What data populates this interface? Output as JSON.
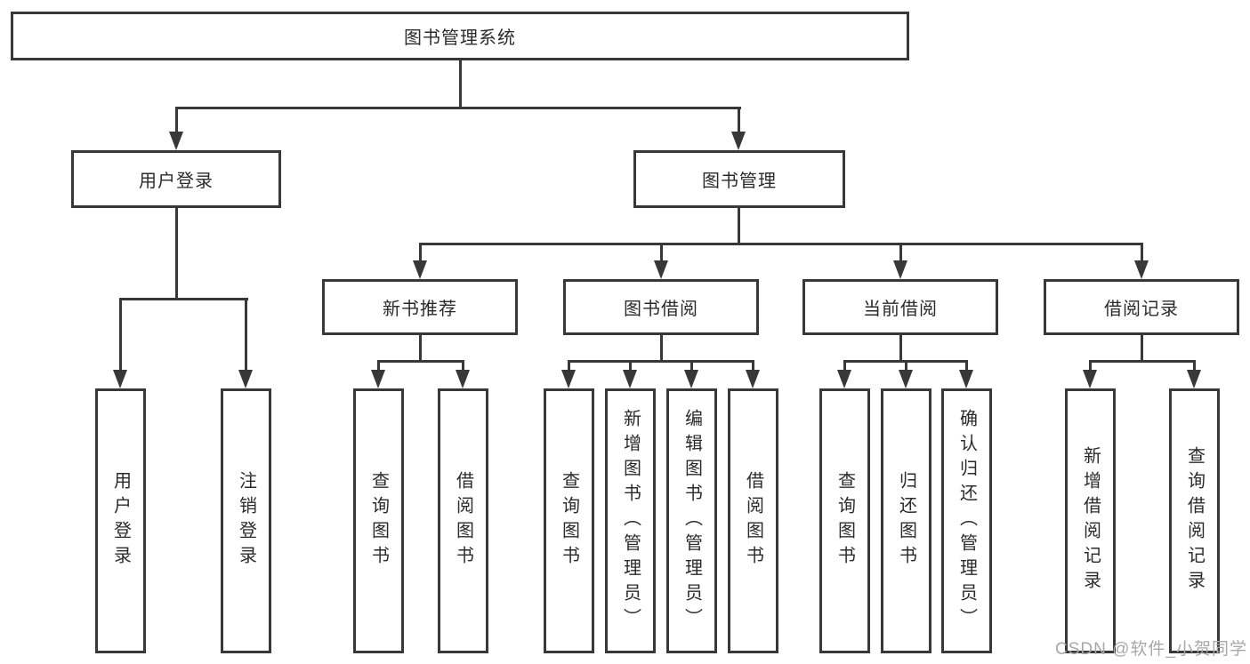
{
  "diagram": {
    "root": {
      "label": "图书管理系统"
    },
    "level2": {
      "user_login": {
        "label": "用户登录"
      },
      "book_mgmt": {
        "label": "图书管理"
      }
    },
    "level3": {
      "new_books": {
        "label": "新书推荐"
      },
      "book_borrow": {
        "label": "图书借阅"
      },
      "current_borrow": {
        "label": "当前借阅"
      },
      "borrow_records": {
        "label": "借阅记录"
      }
    },
    "leaves": {
      "user_login": [
        "用户登录",
        "注销登录"
      ],
      "new_books": [
        "查询图书",
        "借阅图书"
      ],
      "book_borrow": [
        "查询图书",
        "新增图书（管理员）",
        "编辑图书（管理员）",
        "借阅图书"
      ],
      "current_borrow": [
        "查询图书",
        "归还图书",
        "确认归还（管理员）"
      ],
      "borrow_records": [
        "新增借阅记录",
        "查询借阅记录"
      ]
    }
  },
  "colors": {
    "line": "#383838",
    "text": "#2b2b2b",
    "watermark": "#a8a8a8",
    "background": "#ffffff"
  },
  "watermark": {
    "text": "CSDN @软件_小贺同学"
  }
}
